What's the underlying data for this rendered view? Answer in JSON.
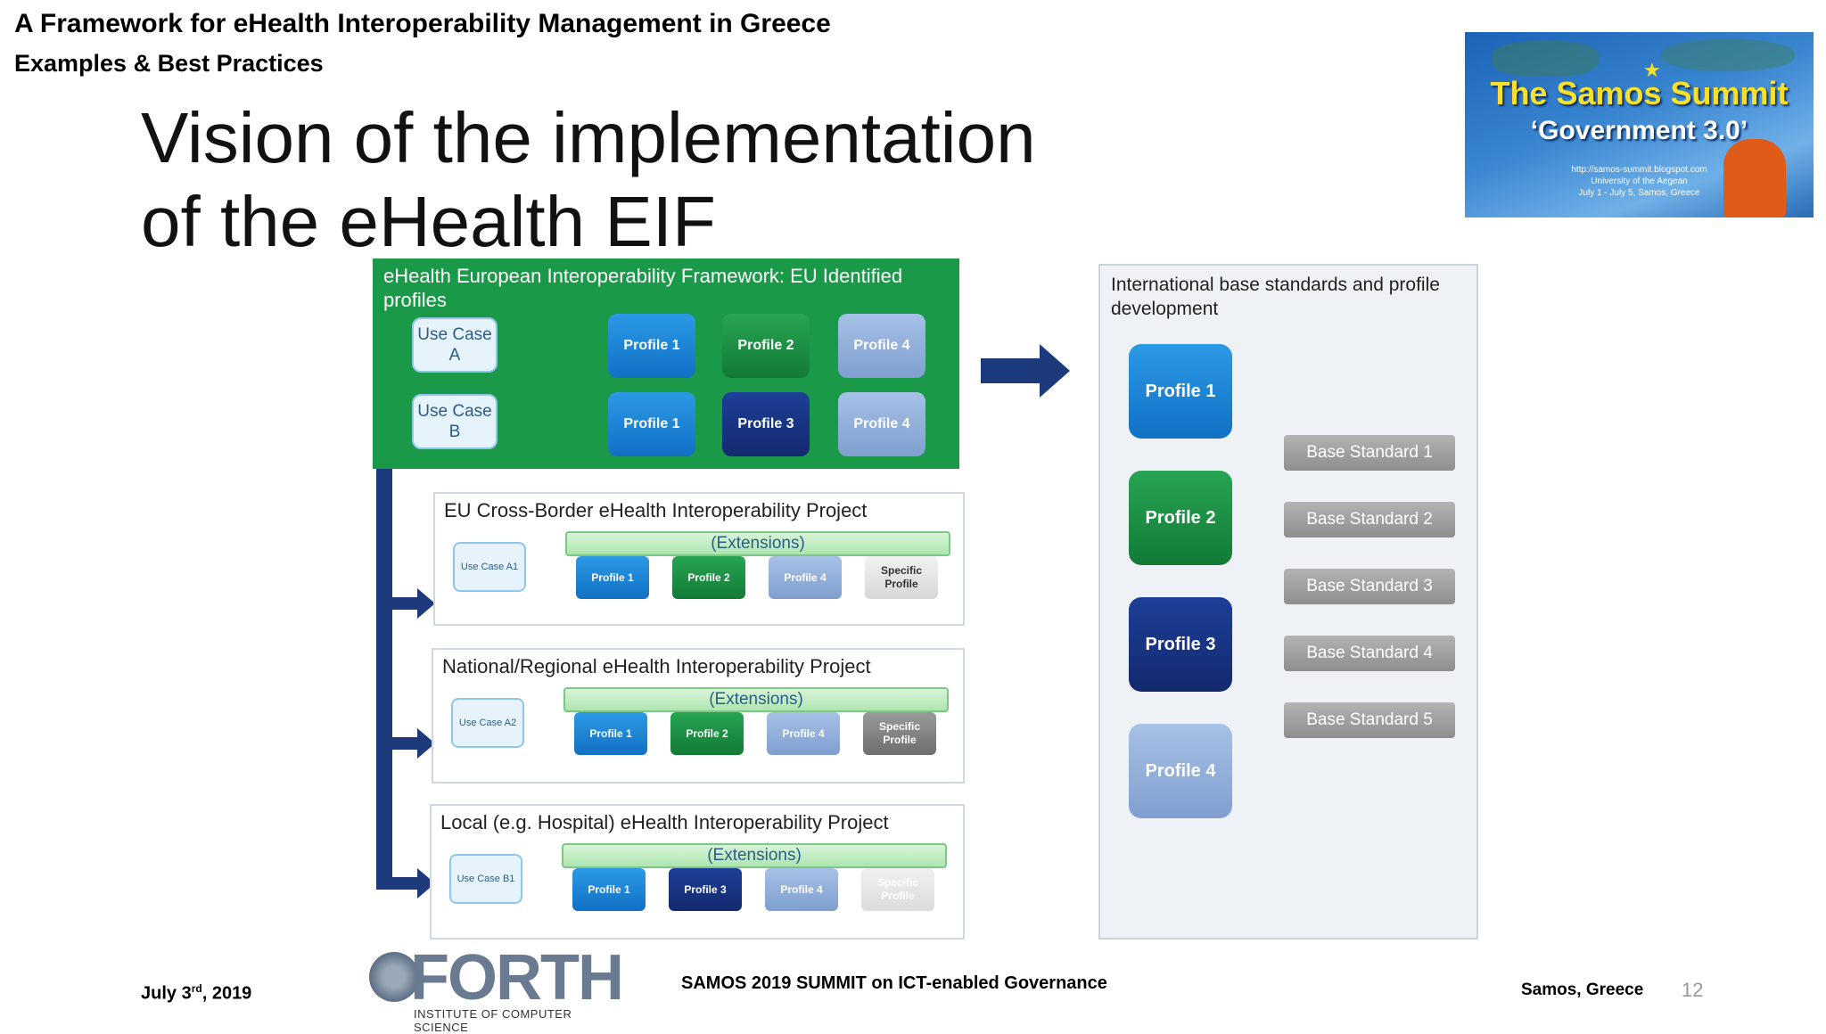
{
  "header": {
    "line1": "A Framework for eHealth Interoperability Management in Greece",
    "line2": "Examples & Best Practices"
  },
  "slide_title_line1": "Vision of the implementation",
  "slide_title_line2": "of the eHealth EIF",
  "banner": {
    "title": "The Samos Summit",
    "subtitle": "‘Government 3.0’",
    "url": "http://samos-summit.blogspot.com",
    "university": "University of the Aegean",
    "dates": "July 1 - July 5, Samos, Greece"
  },
  "eif_box": {
    "title": "eHealth European Interoperability Framework: EU Identified profiles",
    "use_case_a": "Use Case A",
    "use_case_b": "Use Case B",
    "row_a": [
      "Profile 1",
      "Profile 2",
      "Profile 4"
    ],
    "row_b": [
      "Profile 1",
      "Profile 3",
      "Profile 4"
    ]
  },
  "projects": [
    {
      "title": "EU Cross-Border eHealth Interoperability Project",
      "use_case": "Use Case A1",
      "extensions": "(Extensions)",
      "profiles": [
        "Profile 1",
        "Profile 2",
        "Profile 4",
        "Specific Profile"
      ]
    },
    {
      "title": "National/Regional eHealth Interoperability Project",
      "use_case": "Use Case A2",
      "extensions": "(Extensions)",
      "profiles": [
        "Profile 1",
        "Profile 2",
        "Profile 4",
        "Specific Profile"
      ]
    },
    {
      "title": "Local (e.g. Hospital) eHealth Interoperability Project",
      "use_case": "Use Case B1",
      "extensions": "(Extensions)",
      "profiles": [
        "Profile 1",
        "Profile 3",
        "Profile 4",
        "Specific Profile"
      ]
    }
  ],
  "right_panel": {
    "title": "International base standards and profile development",
    "profiles": [
      "Profile 1",
      "Profile 2",
      "Profile 3",
      "Profile 4"
    ],
    "base_standards": [
      "Base Standard 1",
      "Base Standard 2",
      "Base Standard 3",
      "Base Standard 4",
      "Base Standard 5"
    ]
  },
  "footer": {
    "date": "July 3",
    "date_sup": "rd",
    "year": ", 2019",
    "logo_word": "FORTH",
    "logo_sub": "INSTITUTE OF COMPUTER SCIENCE",
    "event": "SAMOS 2019 SUMMIT on ICT-enabled Governance",
    "location": "Samos, Greece",
    "page": "12"
  },
  "colors": {
    "eif_green": "#1a9a48",
    "profile1": "#1a84d6",
    "profile2": "#1d8f45",
    "profile3": "#172f80",
    "profile4": "#8eaedb",
    "arrow_navy": "#1d3a7c",
    "arrow_orange": "#ed7d31"
  }
}
